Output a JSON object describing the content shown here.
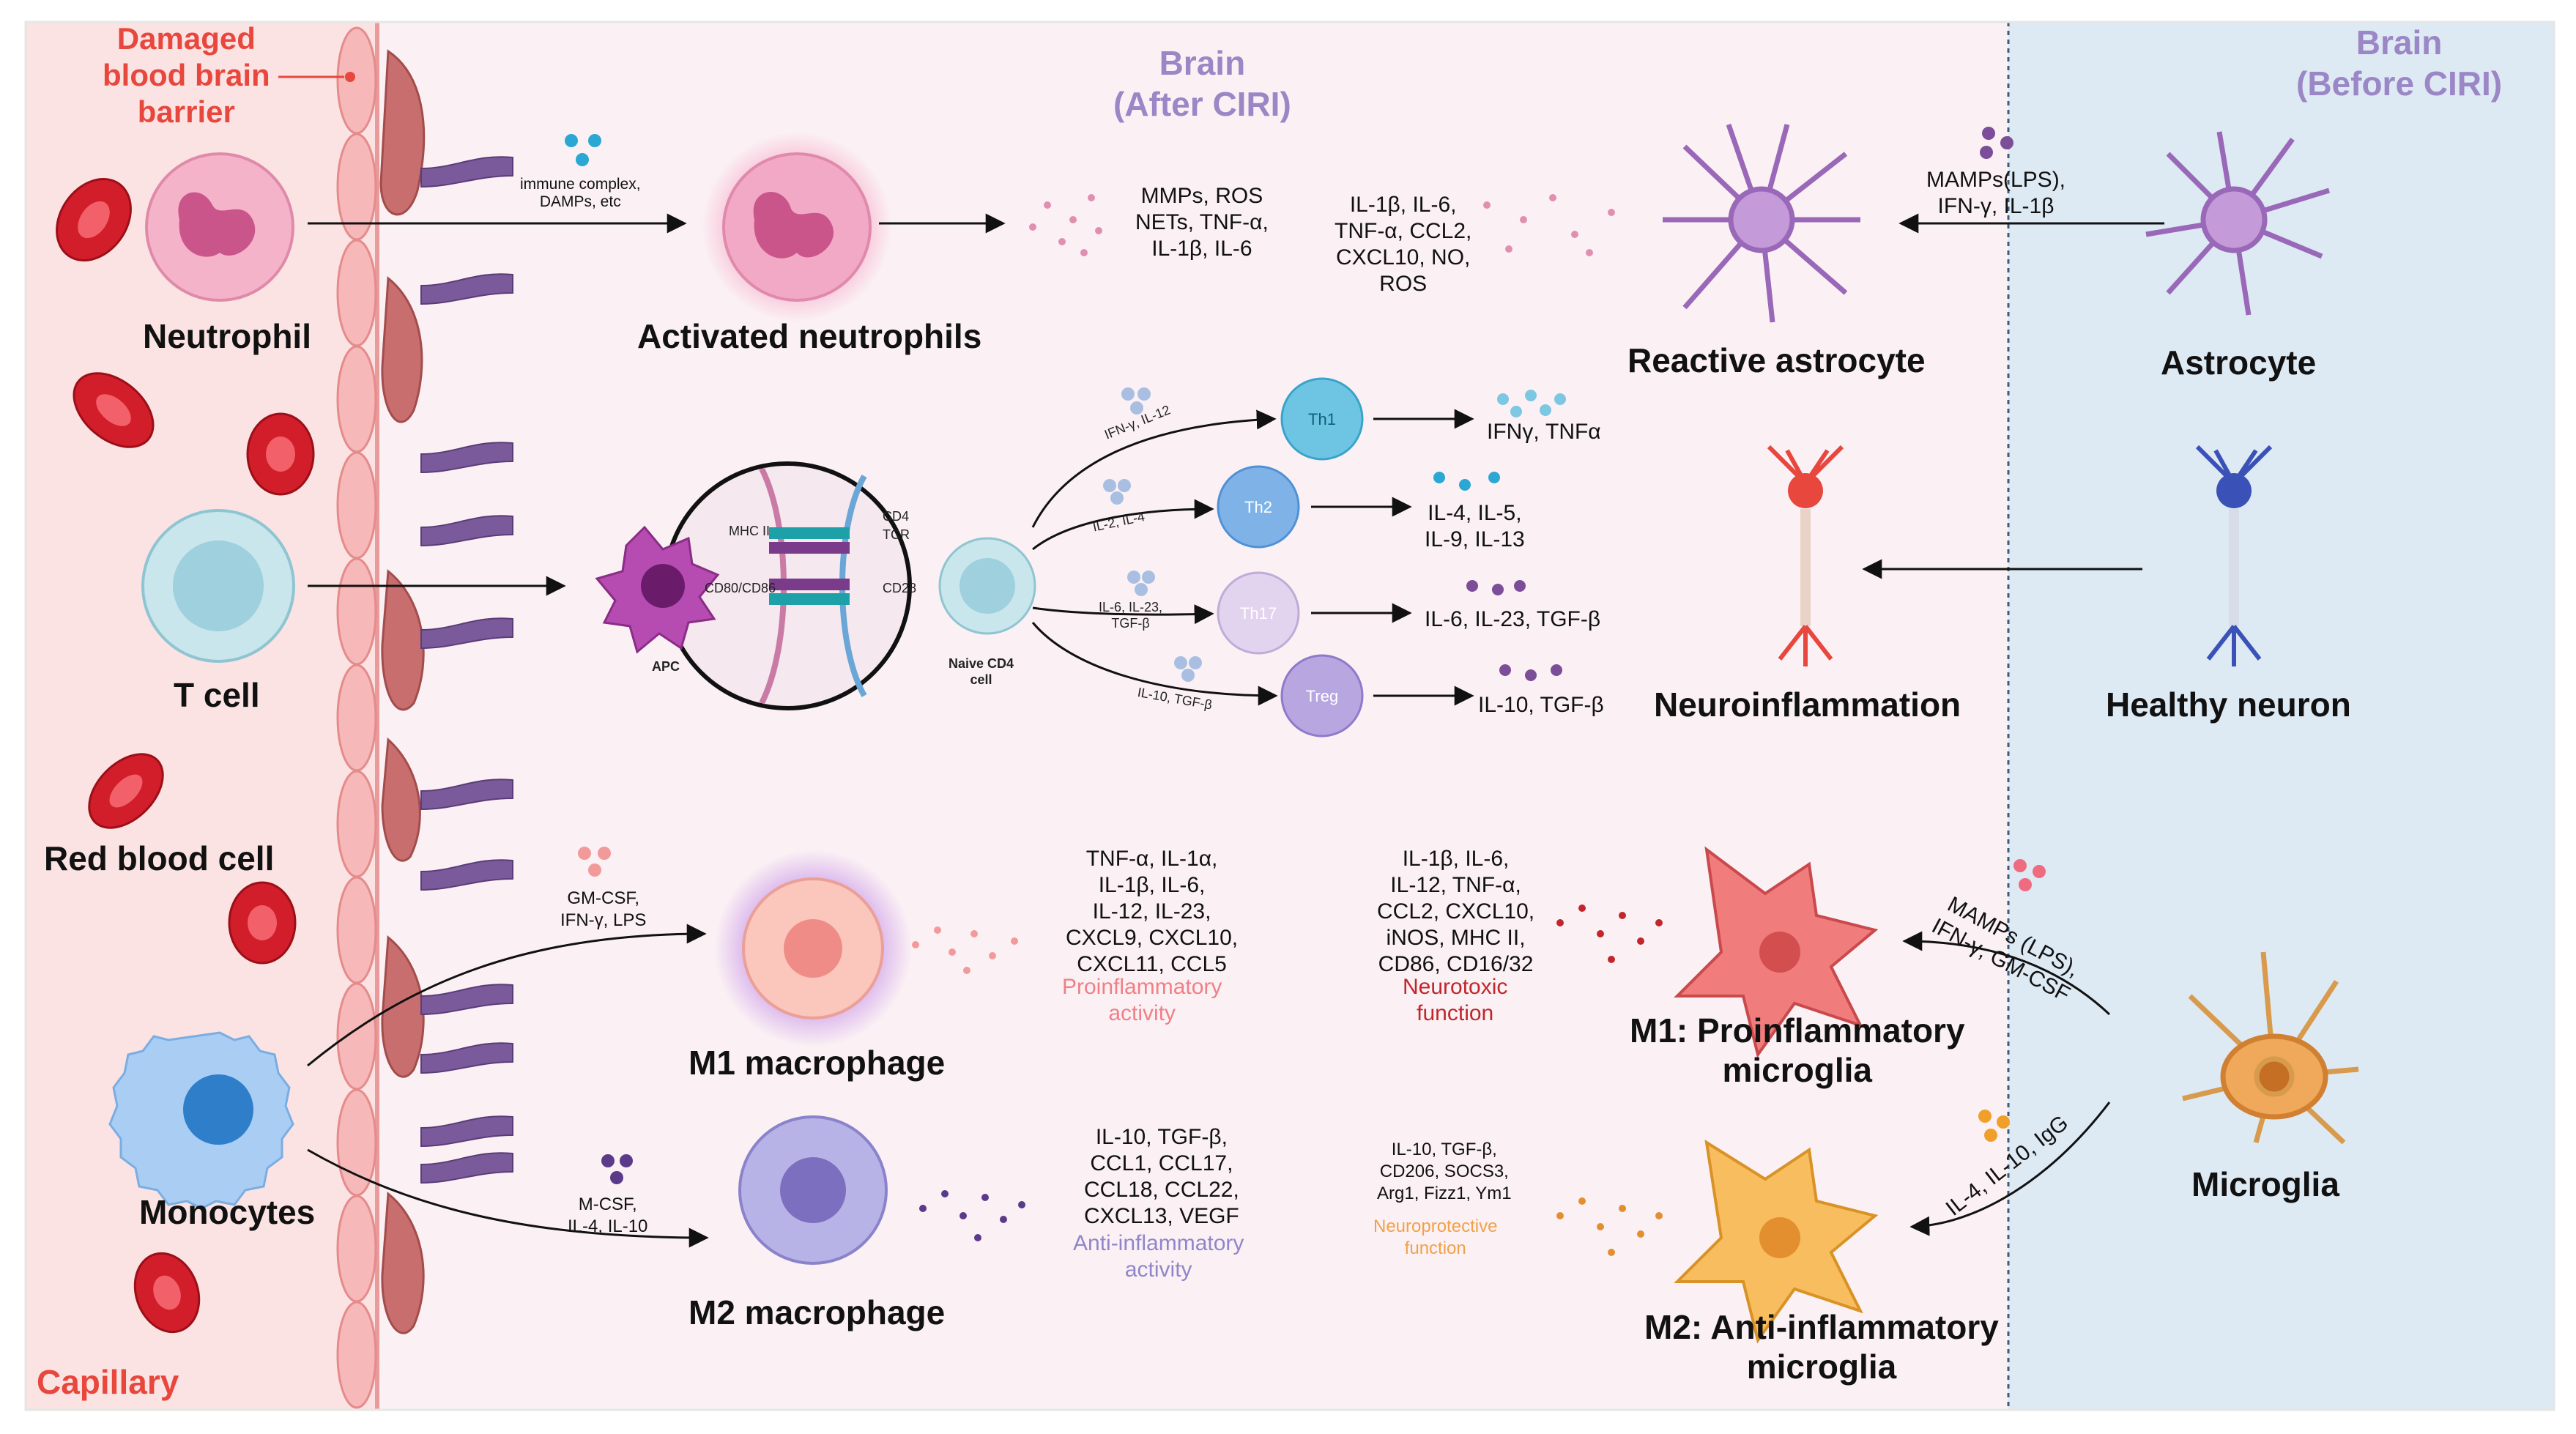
{
  "regions": {
    "capillary": "Capillary",
    "bbb": "Damaged\nblood brain\nbarrier",
    "brain_after": "Brain\n(After CIRI)",
    "brain_before": "Brain\n(Before CIRI)"
  },
  "cells": {
    "neutrophil": "Neutrophil",
    "activated_neutrophils": "Activated neutrophils",
    "t_cell": "T cell",
    "red_blood_cell": "Red blood cell",
    "monocytes": "Monocytes",
    "m1_macrophage": "M1 macrophage",
    "m2_macrophage": "M2 macrophage",
    "reactive_astrocyte": "Reactive astrocyte",
    "astrocyte": "Astrocyte",
    "neuroinflammation": "Neuroinflammation",
    "healthy_neuron": "Healthy neuron",
    "m1_microglia": "M1: Proinflammatory\nmicroglia",
    "m2_microglia": "M2: Anti-inflammatory\nmicroglia",
    "microglia": "Microglia",
    "apc": "APC",
    "naive_cd4": "Naive CD4\ncell"
  },
  "synapse": {
    "mhc": "MHC II",
    "cd4": "CD4",
    "tcr": "TCR",
    "cd80": "CD80/CD86",
    "cd28": "CD28"
  },
  "th": {
    "th1": "Th1",
    "th2": "Th2",
    "th17": "Th17",
    "treg": "Treg",
    "in_th1": "IFN-γ, IL-12",
    "in_th2": "IL-2, IL-4",
    "in_th17": "IL-6, IL-23,\nTGF-β",
    "in_treg": "IL-10, TGF-β",
    "out_th1": "IFNγ, TNFα",
    "out_th2": "IL-4, IL-5,\nIL-9, IL-13",
    "out_th17": "IL-6, IL-23, TGF-β",
    "out_treg": "IL-10, TGF-β"
  },
  "factors": {
    "immune_complex": "immune complex,\nDAMPs, etc",
    "neutro_out": "MMPs, ROS\nNETs, TNF-α,\nIL-1β, IL-6",
    "astro_out": "IL-1β, IL-6,\nTNF-α, CCL2,\nCXCL10, NO,\nROS",
    "astro_in": "MAMPs(LPS),\nIFN-γ, IL-1β",
    "m1_in": "GM-CSF,\nIFN-γ, LPS",
    "m2_in": "M-CSF,\nIL-4, IL-10",
    "m1_out": "TNF-α, IL-1α,\nIL-1β, IL-6,\nIL-12, IL-23,\nCXCL9, CXCL10,\nCXCL11, CCL5",
    "m1_activity": "Proinflammatory\nactivity",
    "m2_out": "IL-10, TGF-β,\nCCL1, CCL17,\nCCL18, CCL22,\nCXCL13, VEGF",
    "m2_activity": "Anti-inflammatory\nactivity",
    "mg1_out": "IL-1β, IL-6,\nIL-12, TNF-α,\nCCL2, CXCL10,\niNOS, MHC II,\nCD86, CD16/32",
    "mg1_function": "Neurotoxic\nfunction",
    "mg2_out": "IL-10, TGF-β,\nCD206, SOCS3,\nArg1, Fizz1, Ym1",
    "mg2_function": "Neuroprotective\nfunction",
    "mg1_in": "MAMPs (LPS),\nIFN-γ, GM-CSF",
    "mg2_in": "IL-4, IL-10, IgG"
  },
  "colors": {
    "capillary_bg": "#fbe3e3",
    "brain_after_bg": "#fbf1f4",
    "brain_before_bg": "#dde9f3",
    "red_title": "#e8473d",
    "brain_title": "#9b86c6"
  }
}
